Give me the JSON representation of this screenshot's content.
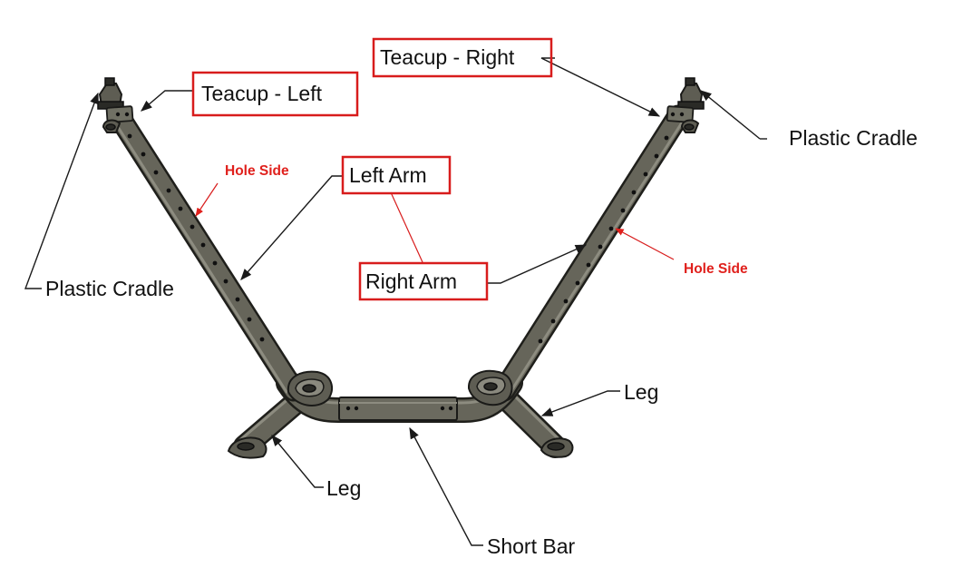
{
  "labels": {
    "teacup_right": "Teacup - Right",
    "teacup_left": "Teacup - Left",
    "plastic_cradle_right": "Plastic Cradle",
    "plastic_cradle_left": "Plastic Cradle",
    "left_arm": "Left Arm",
    "right_arm": "Right Arm",
    "hole_side_left": "Hole Side",
    "hole_side_right": "Hole Side",
    "leg_right": "Leg",
    "leg_left": "Leg",
    "short_bar": "Short Bar"
  },
  "colors": {
    "callout_box": "#d81c1c",
    "hole_side_text": "#e0201c",
    "tube_metal": "#5e5d53",
    "text": "#111111"
  }
}
